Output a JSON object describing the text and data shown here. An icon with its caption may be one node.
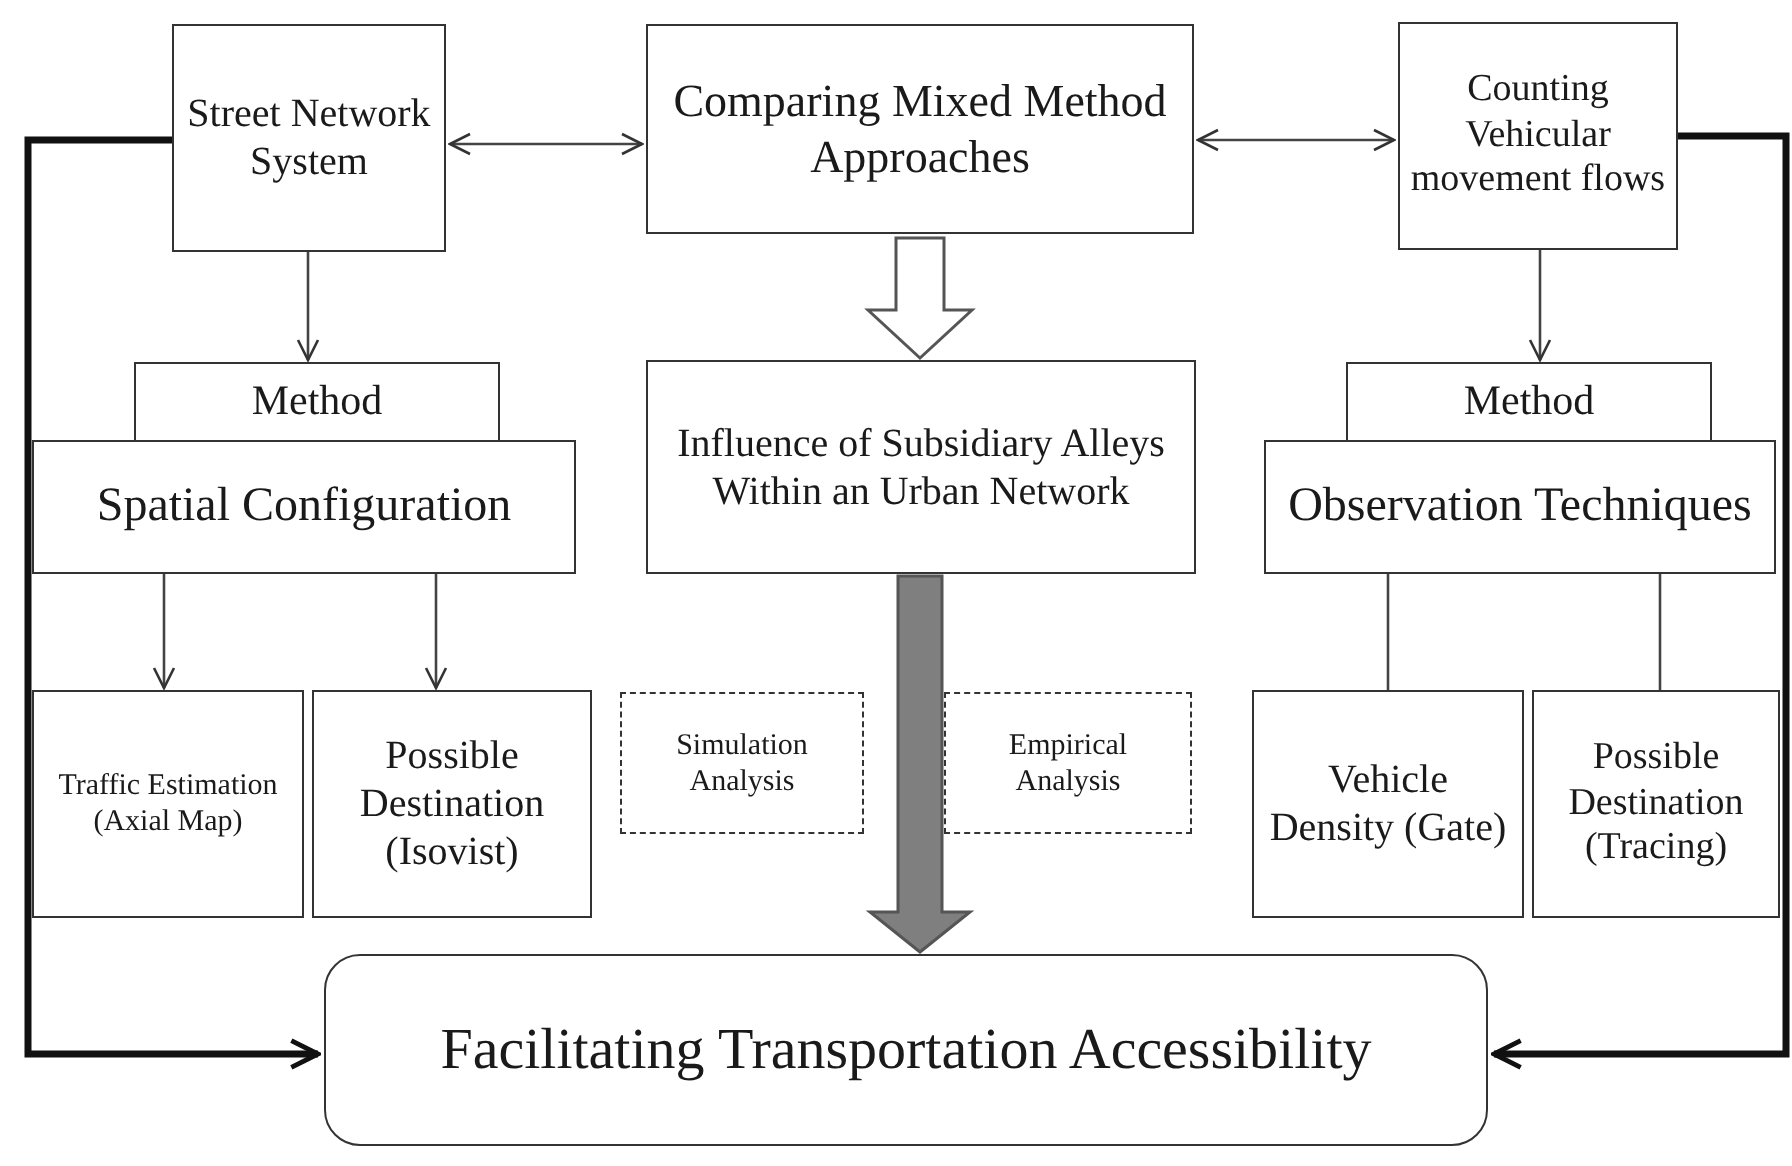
{
  "diagram": {
    "nodes": [
      {
        "text": [
          "Street Network System"
        ]
      },
      {
        "text": [
          "Comparing Mixed Method Approaches"
        ]
      },
      {
        "text": [
          "Counting Vehicular movement flows"
        ]
      },
      {
        "text": [
          "Method"
        ]
      },
      {
        "text": [
          "Spatial Configuration"
        ]
      },
      {
        "text": [
          "Influence of Subsidiary Alleys Within an Urban Network"
        ]
      },
      {
        "text": [
          "Method"
        ]
      },
      {
        "text": [
          "Observation Techniques"
        ]
      },
      {
        "text": [
          "Traffic Estimation (Axial Map)"
        ]
      },
      {
        "text": [
          "Possible Destination (Isovist)"
        ]
      },
      {
        "text": [
          "Simulation Analysis"
        ]
      },
      {
        "text": [
          "Empirical Analysis"
        ]
      },
      {
        "text": [
          "Vehicle Density (Gate)"
        ]
      },
      {
        "text": [
          "Possible Destination (Tracing)"
        ]
      },
      {
        "text": [
          "Facilitating Transportation Accessibility"
        ]
      }
    ],
    "edges": [
      {
        "from": 0,
        "to": 1,
        "arrow": "both"
      },
      {
        "from": 1,
        "to": 2,
        "arrow": "both"
      },
      {
        "from": 0,
        "to": 3,
        "arrow": "to"
      },
      {
        "from": 2,
        "to": 6,
        "arrow": "to"
      },
      {
        "from": 1,
        "to": 5,
        "arrow": "to",
        "style": "thick",
        "color": "#ffffff"
      },
      {
        "from": 5,
        "to": 14,
        "arrow": "to",
        "style": "thick",
        "color": "#7f7f7f"
      },
      {
        "from": 4,
        "to": 8,
        "arrow": "to"
      },
      {
        "from": 4,
        "to": 9,
        "arrow": "to"
      },
      {
        "from": 7,
        "to": 12,
        "arrow": "none"
      },
      {
        "from": 7,
        "to": 13,
        "arrow": "none"
      },
      {
        "from": 0,
        "to": 14,
        "arrow": "to",
        "style": "thick"
      },
      {
        "from": 2,
        "to": 14,
        "arrow": "to",
        "style": "thick"
      }
    ]
  }
}
